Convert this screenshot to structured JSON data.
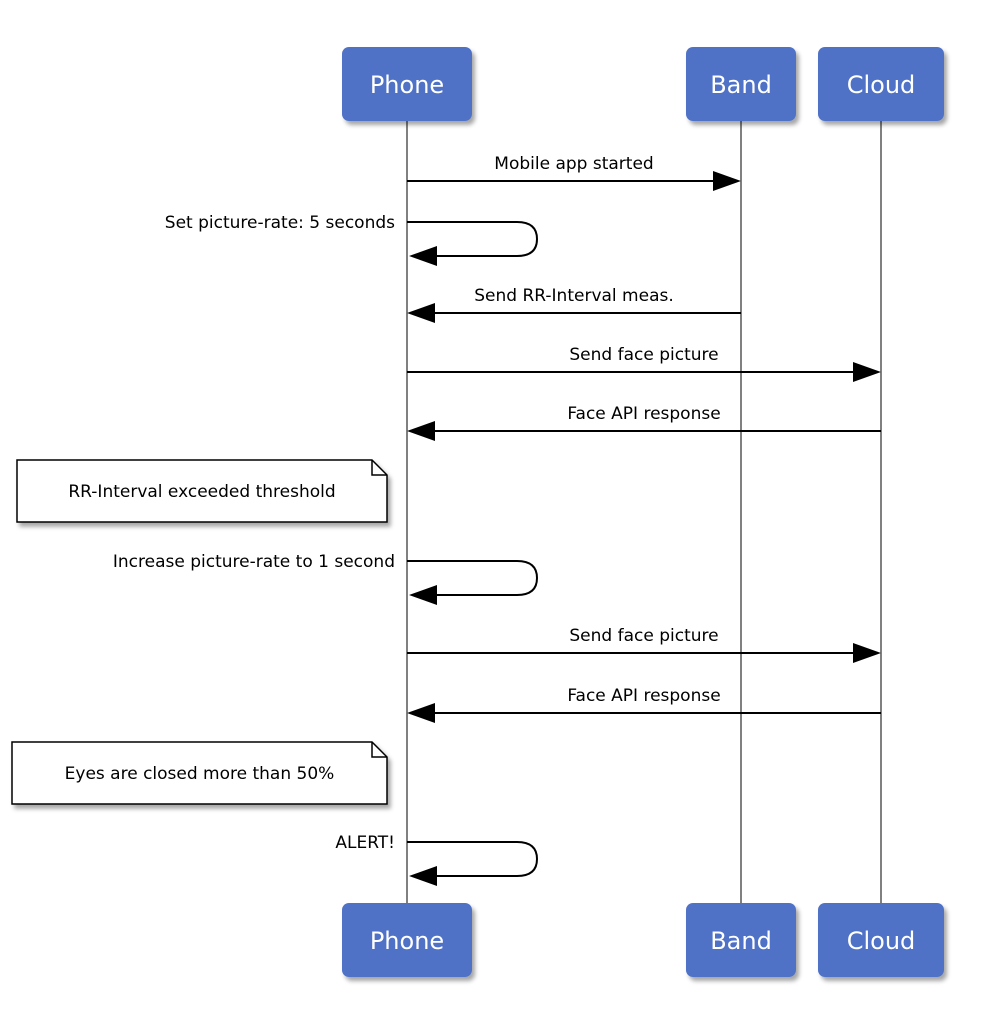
{
  "actors": [
    {
      "id": "phone",
      "label": "Phone"
    },
    {
      "id": "band",
      "label": "Band"
    },
    {
      "id": "cloud",
      "label": "Cloud"
    }
  ],
  "colors": {
    "actor_fill": "#4f72c6",
    "actor_text": "#ffffff",
    "line": "#000000",
    "lifeline": "#808080",
    "note_fill": "#ffffff"
  },
  "events": [
    {
      "type": "message",
      "from": "phone",
      "to": "band",
      "label": "Mobile app started"
    },
    {
      "type": "self",
      "actor": "phone",
      "label": "Set picture-rate: 5 seconds"
    },
    {
      "type": "message",
      "from": "band",
      "to": "phone",
      "label": "Send RR-Interval meas."
    },
    {
      "type": "message",
      "from": "phone",
      "to": "cloud",
      "label": "Send face picture"
    },
    {
      "type": "message",
      "from": "cloud",
      "to": "phone",
      "label": "Face API response"
    },
    {
      "type": "note",
      "side": "left",
      "actor": "phone",
      "label": "RR-Interval exceeded threshold"
    },
    {
      "type": "self",
      "actor": "phone",
      "label": "Increase picture-rate to 1 second"
    },
    {
      "type": "message",
      "from": "phone",
      "to": "cloud",
      "label": "Send face picture"
    },
    {
      "type": "message",
      "from": "cloud",
      "to": "phone",
      "label": "Face API response"
    },
    {
      "type": "note",
      "side": "left",
      "actor": "phone",
      "label": "Eyes are closed more than 50%"
    },
    {
      "type": "self",
      "actor": "phone",
      "label": "ALERT!"
    }
  ]
}
